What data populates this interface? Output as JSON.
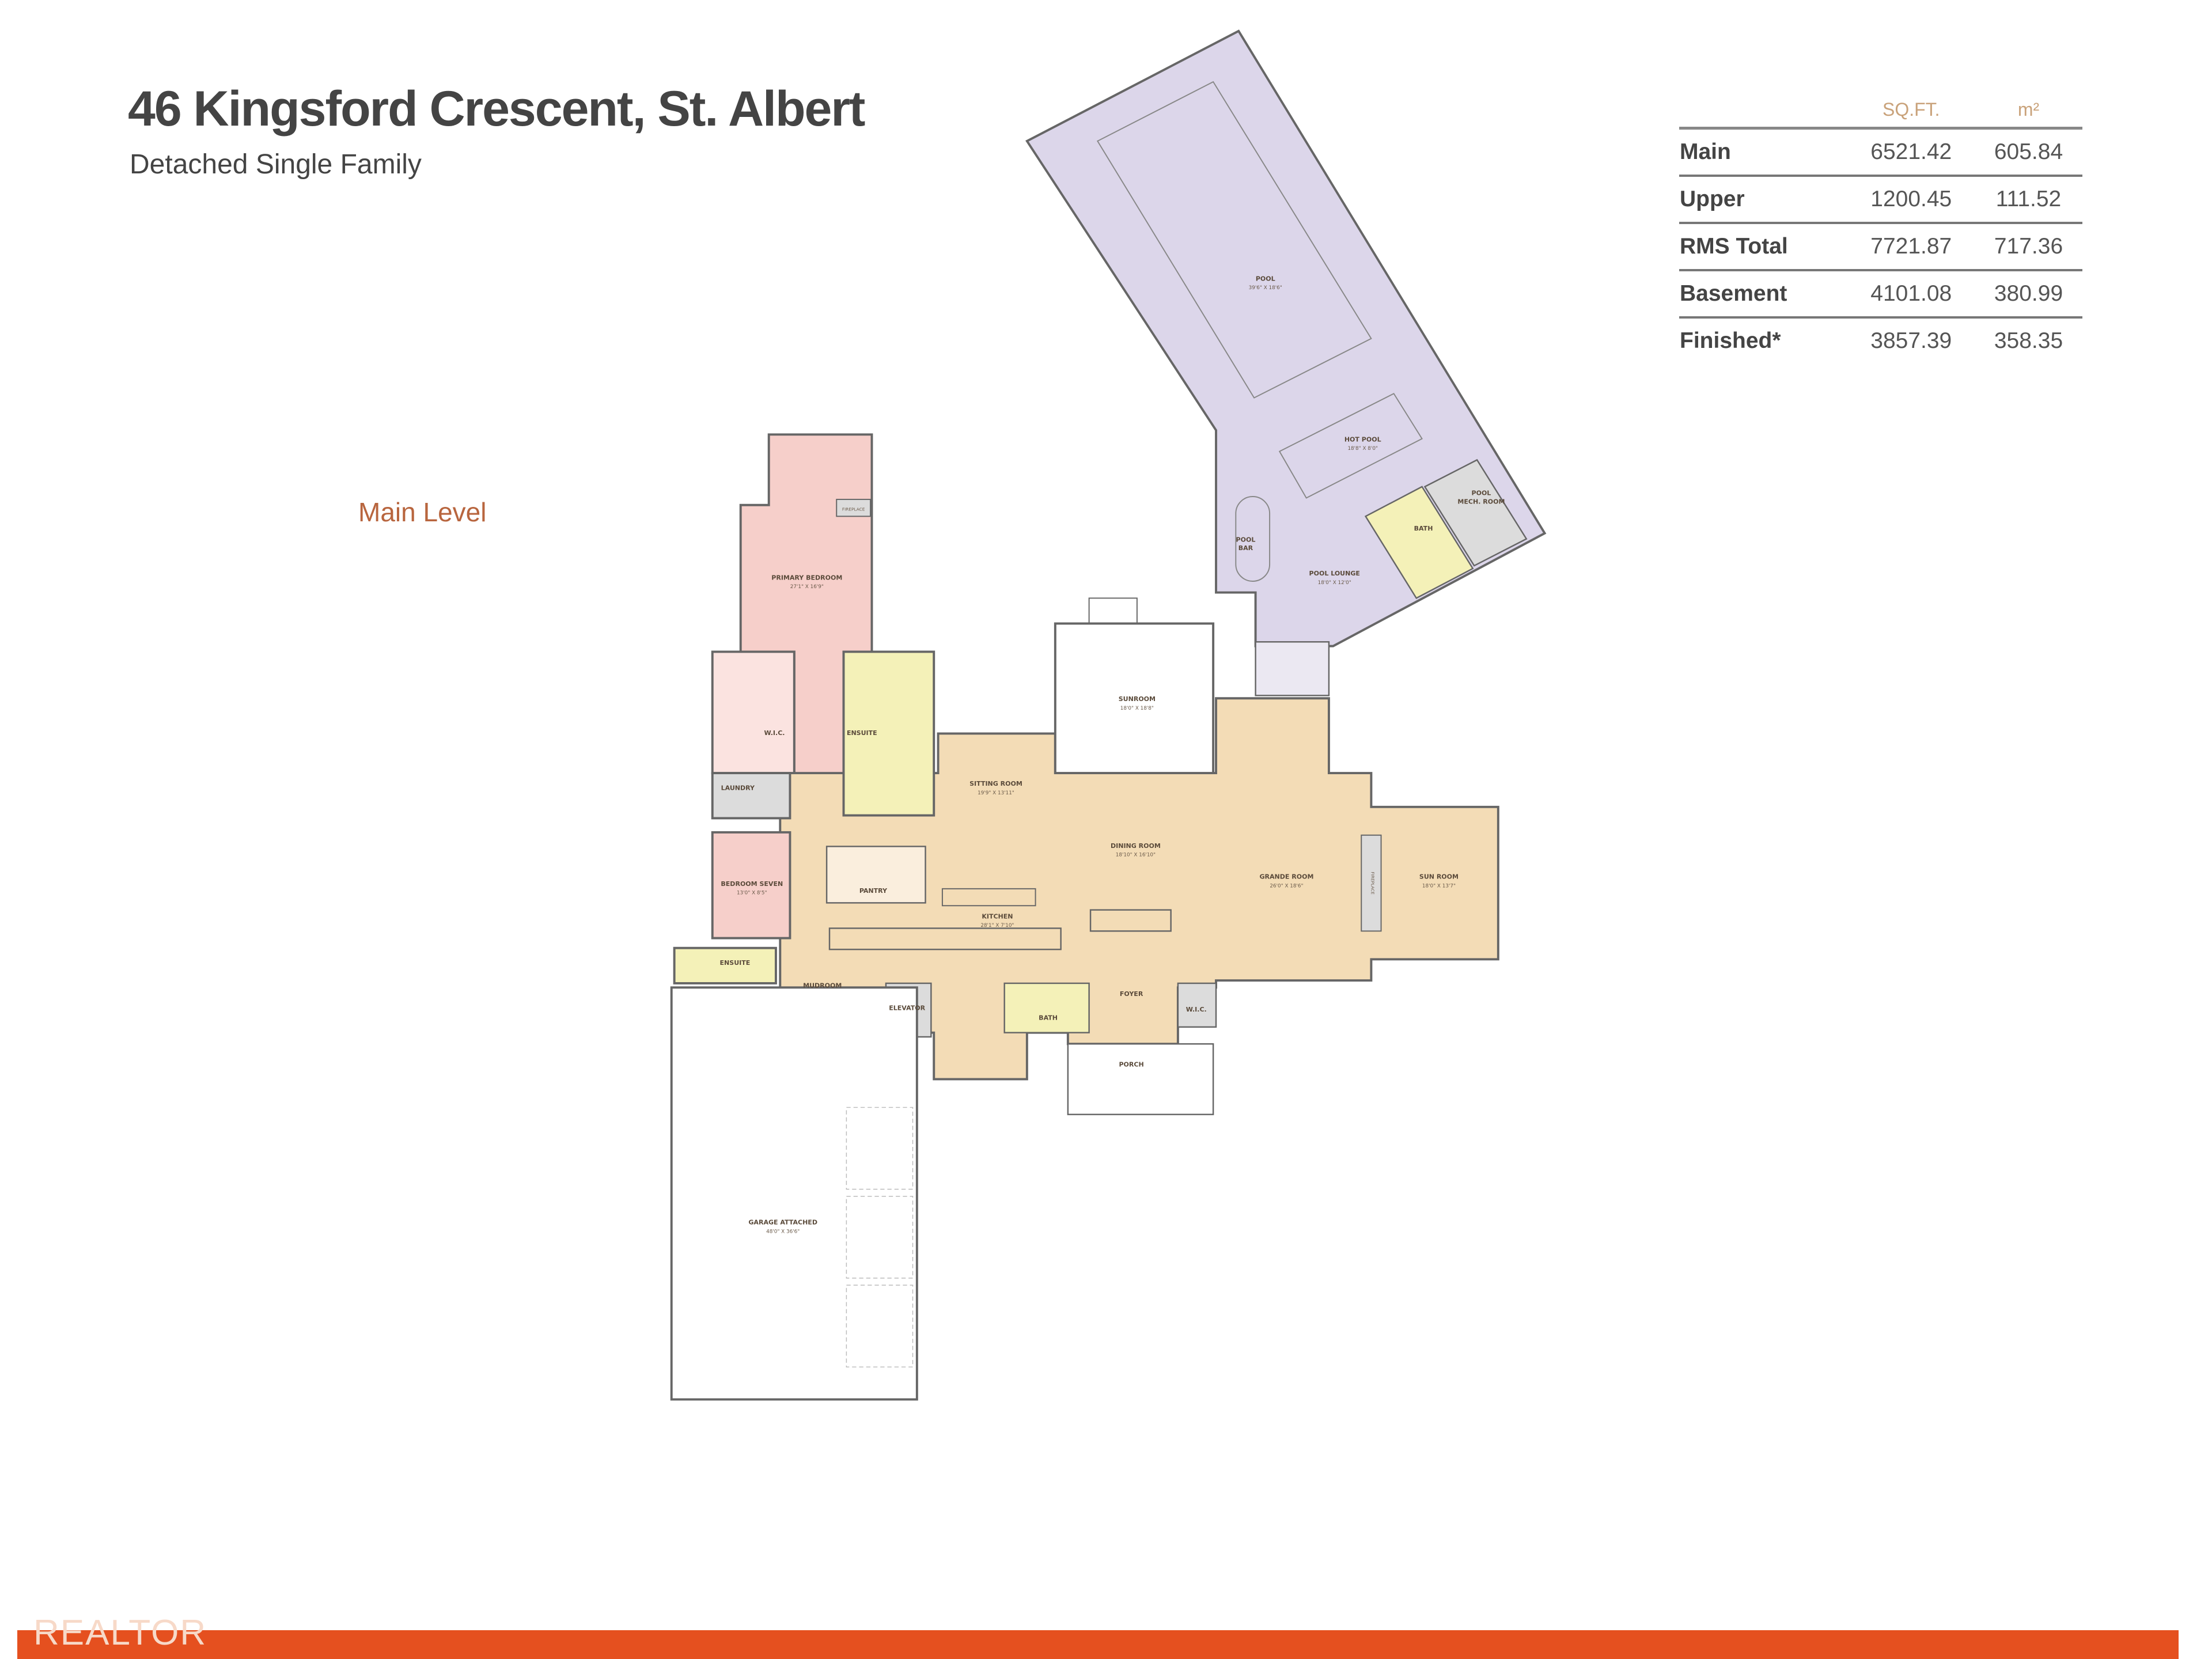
{
  "header": {
    "title": "46 Kingsford Crescent, St. Albert",
    "subtitle": "Detached Single Family",
    "level_label": "Main Level"
  },
  "area_table": {
    "columns": [
      "",
      "SQ.FT.",
      "m²"
    ],
    "rows": [
      {
        "label": "Main",
        "sqft": "6521.42",
        "m2": "605.84"
      },
      {
        "label": "Upper",
        "sqft": "1200.45",
        "m2": "111.52"
      },
      {
        "label": "RMS Total",
        "sqft": "7721.87",
        "m2": "717.36"
      },
      {
        "label": "Basement",
        "sqft": "4101.08",
        "m2": "380.99"
      },
      {
        "label": "Finished*",
        "sqft": "3857.39",
        "m2": "358.35"
      }
    ]
  },
  "rooms": {
    "pool": {
      "name": "POOL",
      "dim": "39'6\" X 18'6\""
    },
    "hot_pool": {
      "name": "HOT POOL",
      "dim": "18'8\" X 8'0\""
    },
    "pool_bar": {
      "name": "POOL",
      "name2": "BAR"
    },
    "pool_lounge": {
      "name": "POOL LOUNGE",
      "dim": "18'0\" X 12'0\""
    },
    "pool_bath": {
      "name": "BATH"
    },
    "pool_mech": {
      "name": "POOL",
      "name2": "MECH. ROOM"
    },
    "primary_bedroom": {
      "name": "PRIMARY BEDROOM",
      "dim": "27'1\" X 16'9\""
    },
    "fireplace_primary": {
      "name": "FIREPLACE"
    },
    "wic_primary": {
      "name": "W.I.C."
    },
    "ensuite_primary": {
      "name": "ENSUITE"
    },
    "laundry": {
      "name": "LAUNDRY"
    },
    "bedroom_seven": {
      "name": "BEDROOM SEVEN",
      "dim": "13'0\" X 8'5\""
    },
    "pantry": {
      "name": "PANTRY"
    },
    "ensuite_seven": {
      "name": "ENSUITE"
    },
    "mudroom": {
      "name": "MUDROOM"
    },
    "elevator": {
      "name": "ELEVATOR"
    },
    "sitting_room": {
      "name": "SITTING ROOM",
      "dim": "19'9\" X 13'11\""
    },
    "sunroom": {
      "name": "SUNROOM",
      "dim": "18'0\" X 18'8\""
    },
    "dining_room": {
      "name": "DINING ROOM",
      "dim": "18'10\" X 16'10\""
    },
    "kitchen": {
      "name": "KITCHEN",
      "dim": "28'1\" X 7'10\""
    },
    "grande_room": {
      "name": "GRANDE ROOM",
      "dim": "26'0\" X 18'6\""
    },
    "fireplace_grande": {
      "name": "FIREPLACE"
    },
    "sun_room": {
      "name": "SUN ROOM",
      "dim": "18'0\" X 13'7\""
    },
    "foyer": {
      "name": "FOYER"
    },
    "bath_main": {
      "name": "BATH"
    },
    "wic_foyer": {
      "name": "W.I.C."
    },
    "porch": {
      "name": "PORCH"
    },
    "garage": {
      "name": "GARAGE ATTACHED",
      "dim": "48'0\" X 36'6\""
    }
  },
  "colors": {
    "pool_area": "#dcd6ea",
    "bedroom": "#f6cfca",
    "bath": "#f4f1b8",
    "living": "#f3dcb6",
    "utility": "#dcdcdc",
    "footer": "#e5501f",
    "level_label": "#b8653e"
  },
  "footer": {
    "watermark": "REALTOR"
  }
}
